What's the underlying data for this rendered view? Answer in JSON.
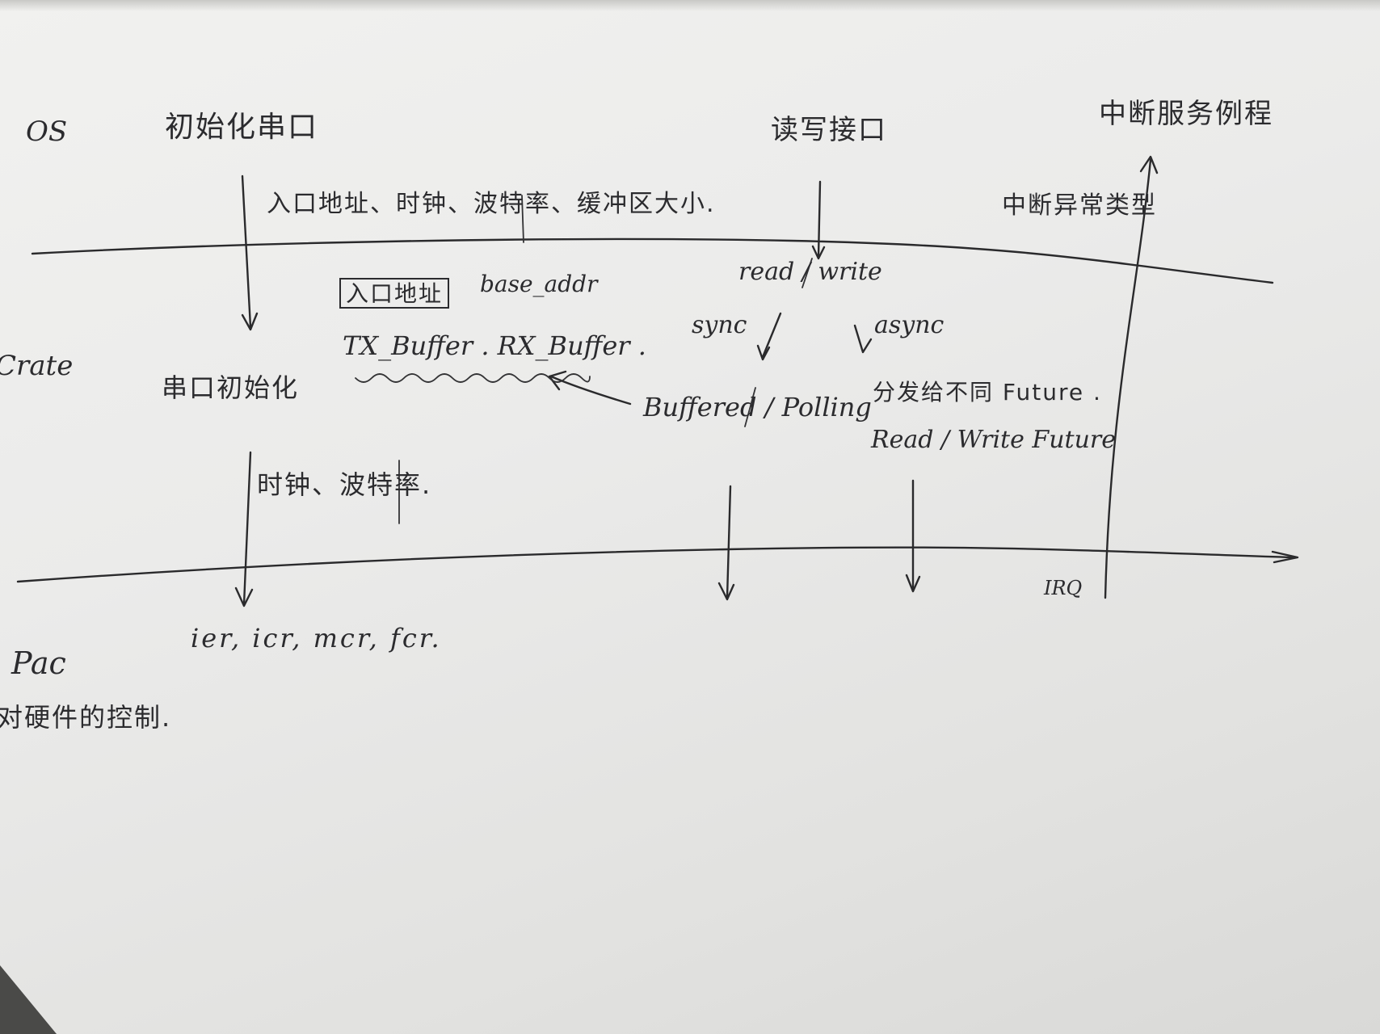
{
  "layers": {
    "os": "OS",
    "crate": "Crate",
    "pac": "Pac"
  },
  "os_row": {
    "init_uart": "初始化串口",
    "rw_interface": "读写接口",
    "isr": "中断服务例程"
  },
  "os_to_crate": {
    "init_params": "入口地址、时钟、波特率、缓冲区大小.",
    "interrupt_type": "中断异常类型"
  },
  "crate_row": {
    "entry_addr_boxed": "入口地址",
    "base_addr": "base_addr",
    "buffers": "TX_Buffer . RX_Buffer .",
    "read_write": "read / write",
    "sync": "sync",
    "async": "async",
    "buffered_polling": "Buffered / Polling",
    "dispatch_future": "分发给不同 Future .",
    "rw_future": "Read / Write Future",
    "uart_init": "串口初始化"
  },
  "crate_to_pac": {
    "clock_baud": "时钟、波特率.",
    "irq": "IRQ"
  },
  "pac_row": {
    "registers": "ier, icr, mcr, fcr.",
    "hw_control": "对硬件的控制."
  }
}
